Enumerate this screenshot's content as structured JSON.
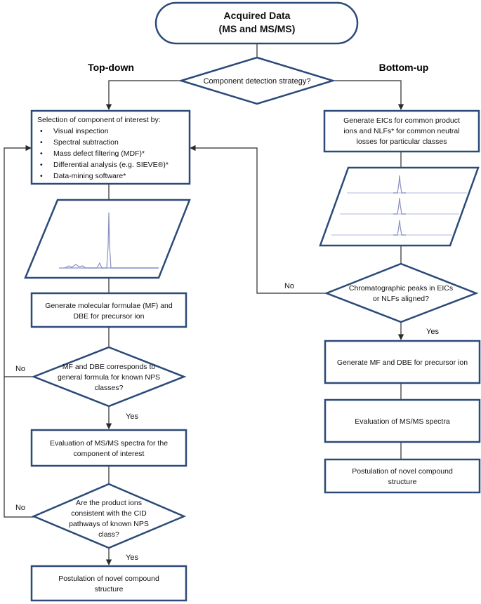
{
  "colors": {
    "node_border": "#2c4a78",
    "edge": "#2a2a2a",
    "spectrum_line": "#8a90c4",
    "spectrum_baseline": "#9aa0cc"
  },
  "start": {
    "line1": "Acquired Data",
    "line2": "(MS and MS/MS)"
  },
  "headings": {
    "left": "Top-down",
    "right": "Bottom-up"
  },
  "decision_strategy": "Component detection strategy?",
  "left": {
    "selection": {
      "title": "Selection of component of interest by:",
      "items": [
        "Visual inspection",
        "Spectral subtraction",
        "Mass defect filtering (MDF)*",
        "Differential analysis (e.g. SIEVE®)*",
        "Data-mining software*"
      ]
    },
    "generate_mf": [
      "Generate molecular formulae (MF) and",
      "DBE  for precursor ion"
    ],
    "decision_mf": [
      "MF and DBE corresponds to",
      "general formula for known NPS",
      "classes?"
    ],
    "evaluate": [
      "Evaluation of MS/MS spectra for the",
      "component of interest"
    ],
    "decision_ions": [
      "Are the product ions",
      "consistent with the CID",
      "pathways of known NPS",
      "class?"
    ],
    "postulation": [
      "Postulation of  novel compound",
      "structure"
    ]
  },
  "right": {
    "generate_eic": [
      "Generate EICs for common product",
      "ions and NLFs* for common neutral",
      "losses for particular classes"
    ],
    "decision_peaks": [
      "Chromatographic peaks in EICs",
      "or NLFs aligned?"
    ],
    "generate_mf": "Generate MF and DBE for precursor ion",
    "evaluate": "Evaluation of MS/MS spectra",
    "postulation": [
      "Postulation of  novel compound",
      "structure"
    ]
  },
  "edge_labels": {
    "yes": "Yes",
    "no": "No"
  }
}
